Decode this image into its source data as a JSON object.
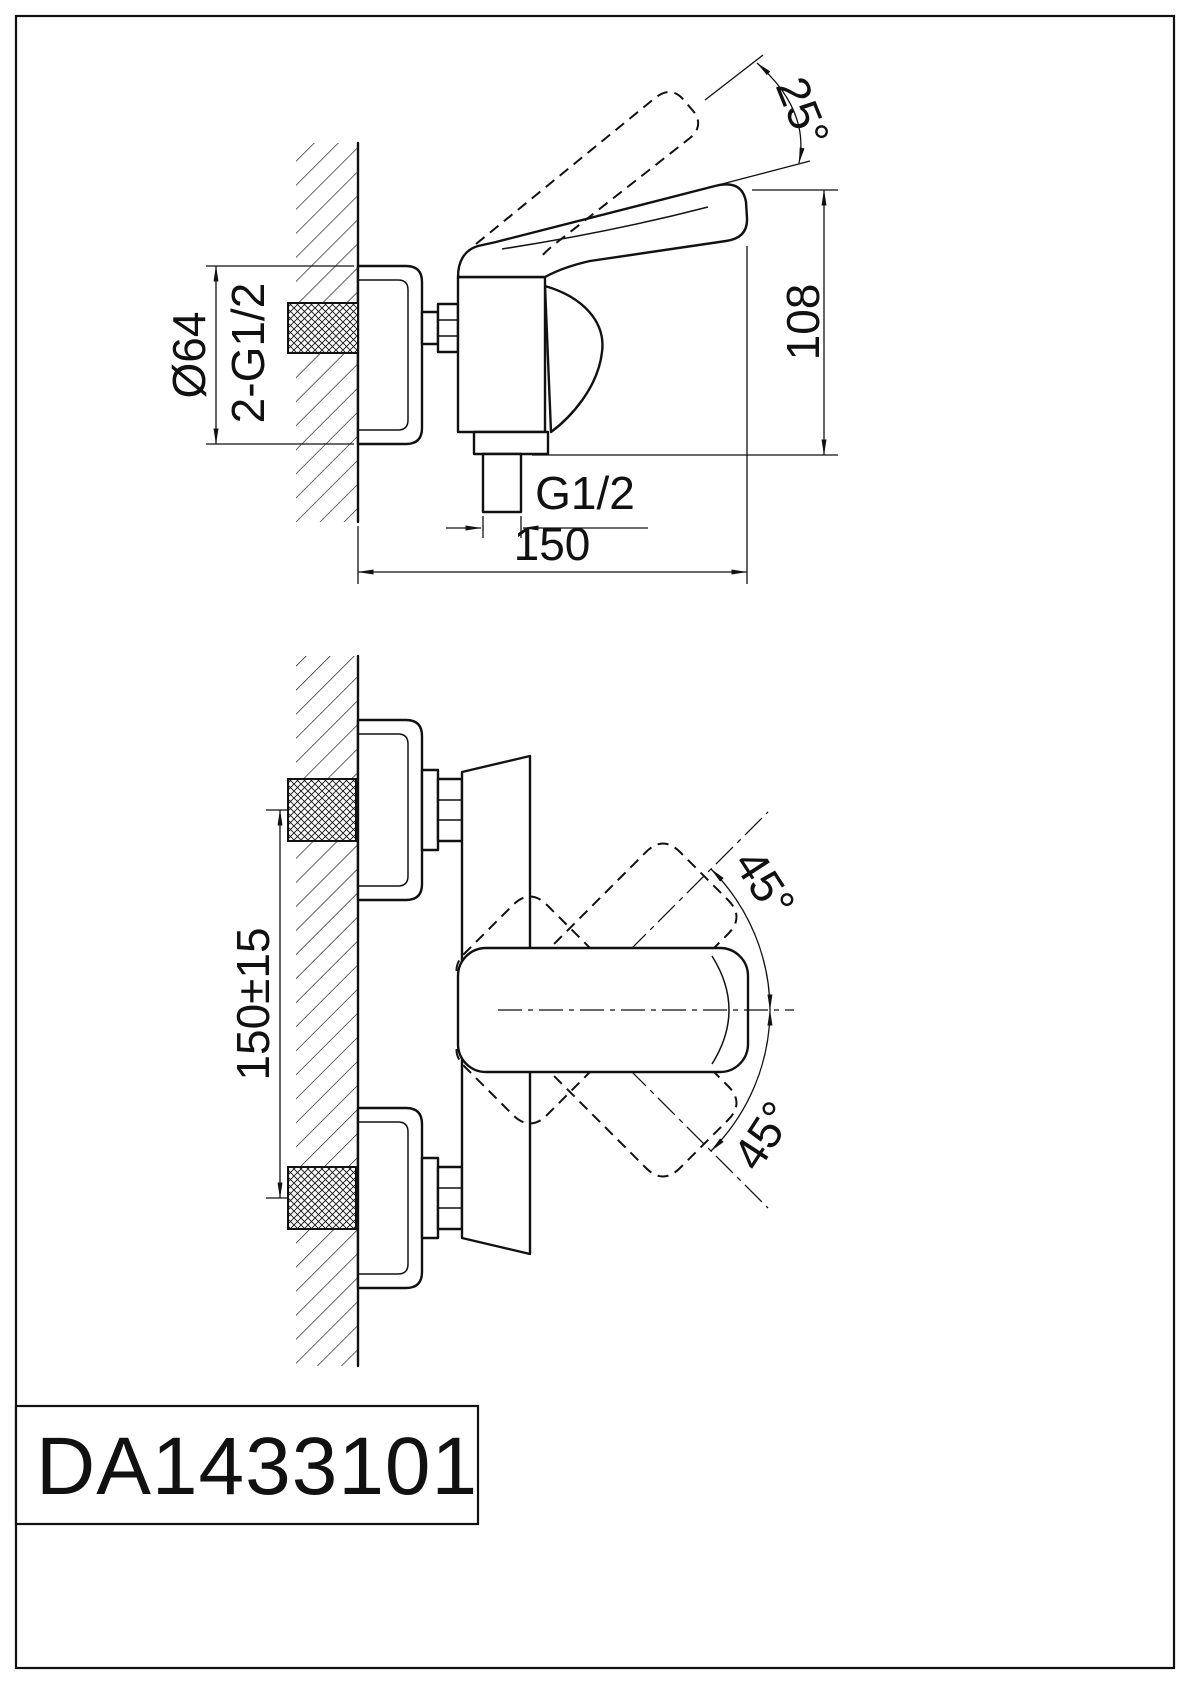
{
  "side_view": {
    "handle_angle": "25°",
    "height": "108",
    "flange_diameter": "Ø64",
    "wall_threads": "2-G1/2",
    "outlet_thread": "G1/2",
    "depth": "150"
  },
  "front_view": {
    "inlet_spacing": "150±15",
    "swing_upper": "45°",
    "swing_lower": "45°"
  },
  "title_block": {
    "model_number": "DA1433101"
  },
  "colors": {
    "line": "#111111",
    "background": "#ffffff"
  }
}
